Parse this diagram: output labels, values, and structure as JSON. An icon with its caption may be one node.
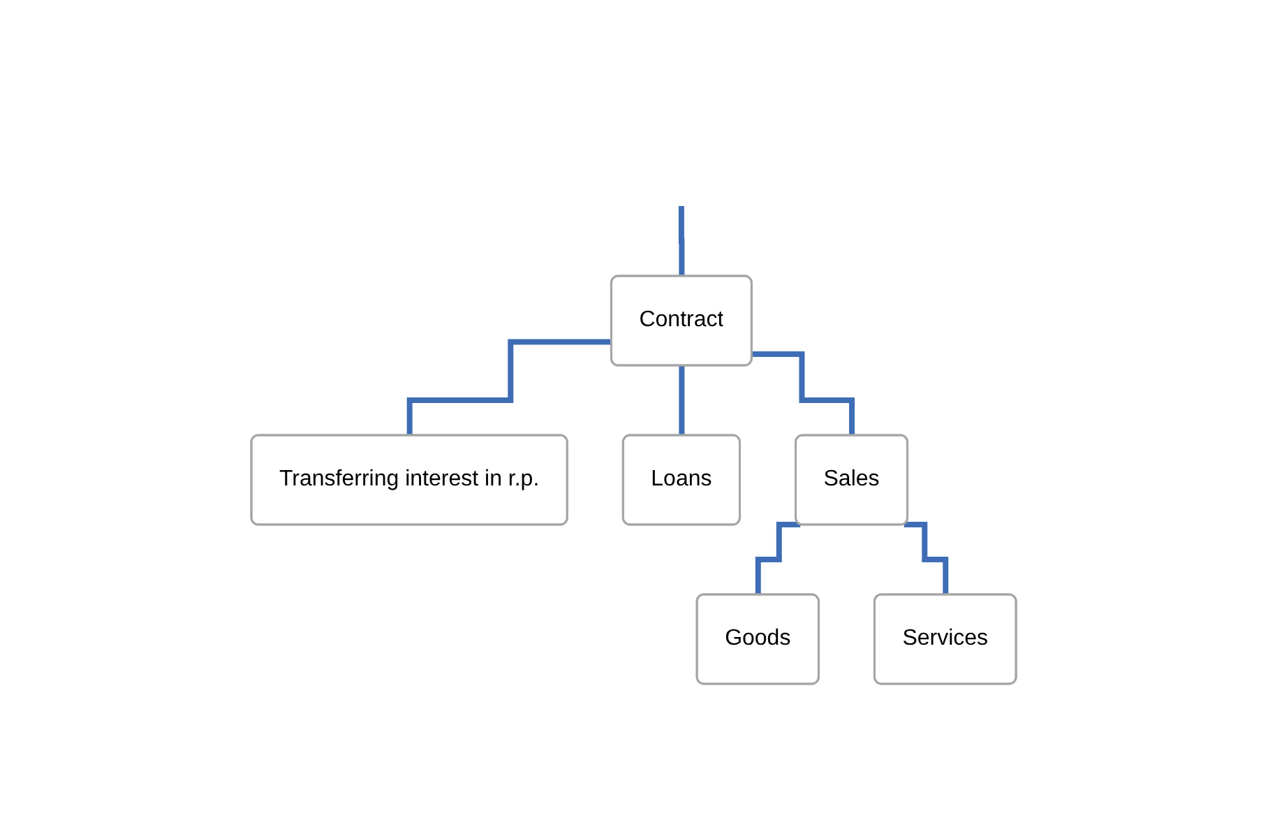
{
  "diagram": {
    "nodes": [
      {
        "text": [
          "Contract"
        ]
      },
      {
        "text": [
          "Transferring interest in r.p."
        ]
      },
      {
        "text": [
          "Loans"
        ]
      },
      {
        "text": [
          "Sales"
        ]
      },
      {
        "text": [
          "Goods"
        ]
      },
      {
        "text": [
          "Services"
        ]
      }
    ],
    "edges": [
      {
        "from": null,
        "to": 0,
        "arrow": "none"
      },
      {
        "from": 0,
        "to": 1,
        "arrow": "none"
      },
      {
        "from": 0,
        "to": 2,
        "arrow": "none"
      },
      {
        "from": 0,
        "to": 3,
        "arrow": "none"
      },
      {
        "from": 3,
        "to": 4,
        "arrow": "none"
      },
      {
        "from": 3,
        "to": 5,
        "arrow": "none"
      }
    ]
  }
}
